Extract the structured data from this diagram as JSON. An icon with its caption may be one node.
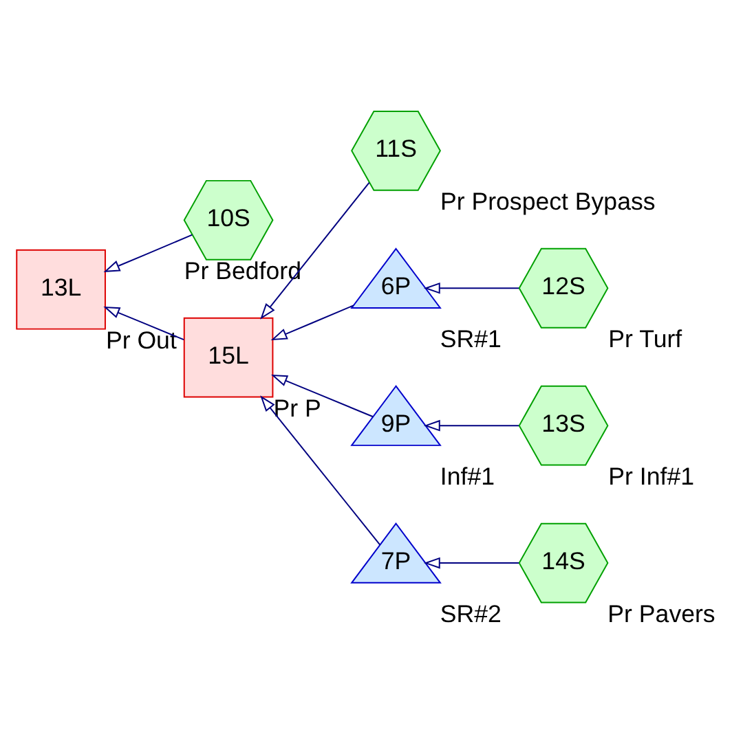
{
  "diagram": {
    "nodes": [
      {
        "text": [
          "10S"
        ],
        "beside": [
          "Pr Bedford"
        ]
      },
      {
        "text": [
          "11S"
        ],
        "beside": [
          "Pr Prospect Bypass"
        ]
      },
      {
        "text": [
          "12S"
        ],
        "beside": [
          "Pr Turf"
        ]
      },
      {
        "text": [
          "6P"
        ],
        "beside": [
          "SR#1"
        ]
      },
      {
        "text": [
          "13L"
        ],
        "beside": [
          "Pr Out"
        ]
      },
      {
        "text": [
          "15L"
        ],
        "beside": [
          "Pr P"
        ]
      },
      {
        "text": [
          "9P"
        ],
        "beside": [
          "Inf#1"
        ]
      },
      {
        "text": [
          "13S"
        ],
        "beside": [
          "Pr Inf#1"
        ]
      },
      {
        "text": [
          "7P"
        ],
        "beside": [
          "SR#2"
        ]
      },
      {
        "text": [
          "14S"
        ],
        "beside": [
          "Pr Pavers"
        ]
      }
    ],
    "edges": [
      {
        "from": 0,
        "to": 4,
        "arrow": "to"
      },
      {
        "from": 1,
        "to": 5,
        "arrow": "to"
      },
      {
        "from": 2,
        "to": 3,
        "arrow": "to"
      },
      {
        "from": 3,
        "to": 5,
        "arrow": "to"
      },
      {
        "from": 5,
        "to": 4,
        "arrow": "to"
      },
      {
        "from": 6,
        "to": 5,
        "arrow": "to"
      },
      {
        "from": 7,
        "to": 6,
        "arrow": "to"
      },
      {
        "from": 8,
        "to": 5,
        "arrow": "to"
      },
      {
        "from": 9,
        "to": 8,
        "arrow": "to"
      }
    ]
  }
}
